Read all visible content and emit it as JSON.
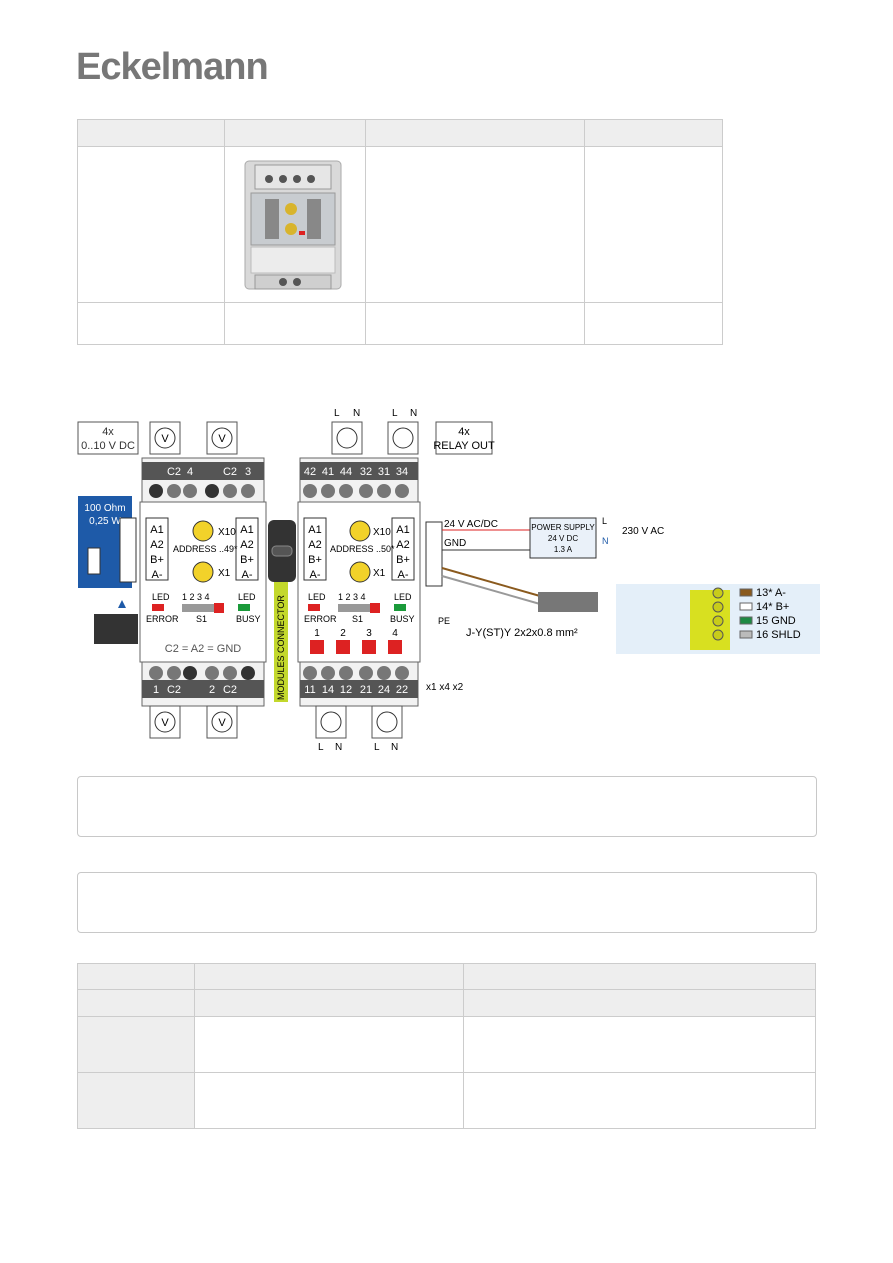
{
  "header": {
    "logo_text": "Eckelmann"
  },
  "diagram": {
    "left_label_count": "4x",
    "left_label_range": "0..10 V DC",
    "right_label_count": "4x",
    "right_label_text": "RELAY OUT",
    "resistor_line1": "100 Ohm",
    "resistor_line2": "0,25 W",
    "voltmeter_symbol": "V",
    "top_left_terminals": [
      "C2",
      "4",
      "C2",
      "3"
    ],
    "bottom_left_terminals": [
      "1",
      "C2",
      "2",
      "C2"
    ],
    "top_right_terminals": [
      "42",
      "41",
      "44",
      "32",
      "31",
      "34"
    ],
    "bottom_right_terminals": [
      "11",
      "14",
      "12",
      "21",
      "24",
      "22"
    ],
    "bus_terminals": [
      "A1",
      "A2",
      "B+",
      "A-"
    ],
    "x10_label": "X10",
    "x1_label": "X1",
    "left_address": "ADDRESS ..49*",
    "right_address": "ADDRESS ..50*",
    "led_label": "LED",
    "error_label": "ERROR",
    "busy_label": "BUSY",
    "switch_label": "S1",
    "switch_numbers": "1 2 3 4",
    "equation": "C2 = A2 = GND",
    "modules_connector": "MODULES CONNECTOR",
    "relay_numbers": [
      "1",
      "2",
      "3",
      "4"
    ],
    "live": "L",
    "neutral": "N",
    "supply_voltage": "24 V AC/DC",
    "gnd": "GND",
    "power_supply_title": "POWER SUPPLY",
    "power_supply_voltage": "24 V DC",
    "power_supply_current": "1.3 A",
    "mains": "230 V AC",
    "pe": "PE",
    "cable": "J-Y(ST)Y 2x2x0.8 mm²",
    "relay_positions": "x1 x4 x2",
    "connector_rows": [
      {
        "num": "13*",
        "name": "A-",
        "color": "#8a5a1e"
      },
      {
        "num": "14*",
        "name": "B+",
        "color": "#ffffff"
      },
      {
        "num": "15",
        "name": "GND",
        "color": "#1e8a44"
      },
      {
        "num": "16",
        "name": "SHLD",
        "color": "#bbbbbb"
      }
    ]
  }
}
